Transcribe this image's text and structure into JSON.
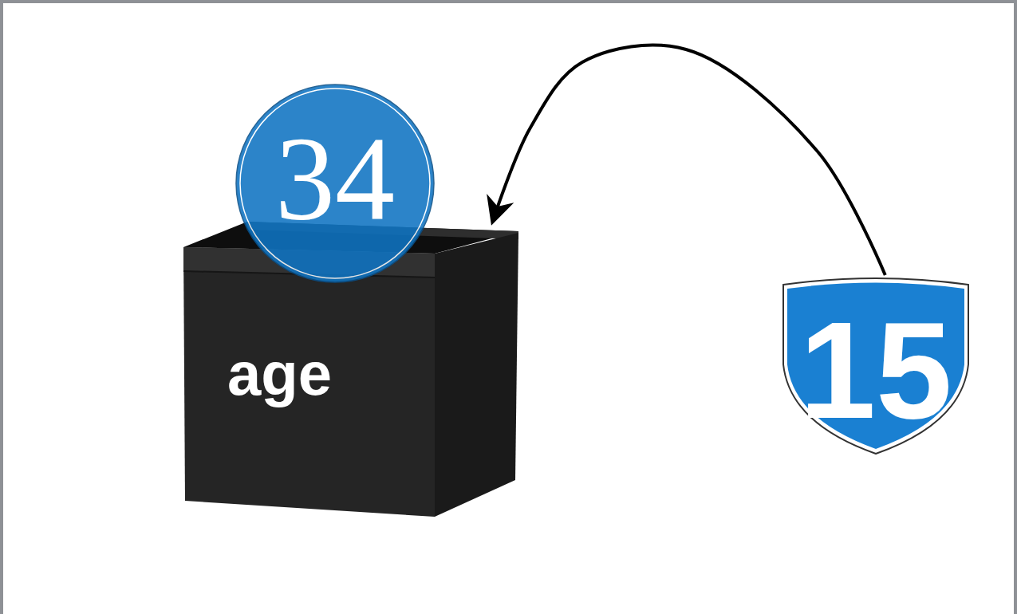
{
  "diagram": {
    "nodes": [
      {
        "text": [
          "34"
        ]
      },
      {
        "text": [
          "age"
        ]
      },
      {
        "text": [
          "15"
        ]
      }
    ],
    "edges": [
      {
        "from": 2,
        "to": 1,
        "arrow": "to"
      }
    ]
  }
}
